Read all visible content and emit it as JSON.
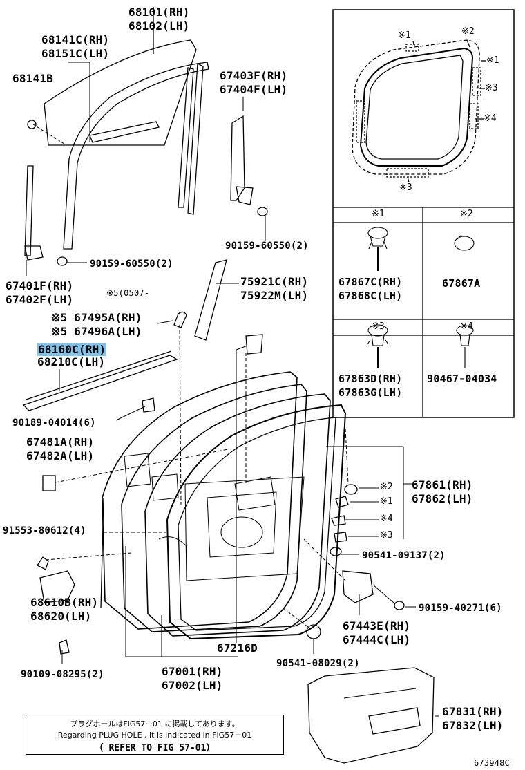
{
  "labels": {
    "p68101": "68101(RH)",
    "p68102": "68102(LH)",
    "p68141c": "68141C(RH)",
    "p68151c": "68151C(LH)",
    "p68141b": "68141B",
    "p67403f": "67403F(RH)",
    "p67404f": "67404F(LH)",
    "p90159_60550_a": "90159-60550(2)",
    "p90159_60550_b": "90159-60550(2)",
    "p67401f": "67401F(RH)",
    "p67402f": "67402F(LH)",
    "note5": "※5(0507-",
    "p75921c": "75921C(RH)",
    "p75922m": "75922M(LH)",
    "p67495a": "※5 67495A(RH)",
    "p67496a": "※5 67496A(LH)",
    "p68160c": "68160C(RH)",
    "p68210c": "68210C(LH)",
    "p90189": "90189-04014(6)",
    "p67481a": "67481A(RH)",
    "p67482a": "67482A(LH)",
    "p91553": "91553-80612(4)",
    "p68610b": "68610B(RH)",
    "p68620": "68620(LH)",
    "p90109": "90109-08295(2)",
    "p67216d": "67216D",
    "p67001": "67001(RH)",
    "p67002": "67002(LH)",
    "p90541_08029": "90541-08029(2)",
    "p67861": "67861(RH)",
    "p67862": "67862(LH)",
    "p90541_09137": "90541-09137(2)",
    "p90159_40271": "90159-40271(6)",
    "p67443e": "67443E(RH)",
    "p67444c": "67444C(LH)",
    "p67831": "67831(RH)",
    "p67832": "67832(LH)",
    "fig_code": "673948C"
  },
  "callouts": {
    "m2": "※2",
    "m1": "※1",
    "m4": "※4",
    "m3": "※3"
  },
  "inset": {
    "marks": {
      "top1": "※1",
      "top2": "※2",
      "right1": "※1",
      "right3": "※3",
      "right4": "※4",
      "bottom3": "※3"
    },
    "table": {
      "h1": "※1",
      "h2": "※2",
      "h3": "※3",
      "h4": "※4",
      "c1a": "67867C(RH)",
      "c1b": "67868C(LH)",
      "c2": "67867A",
      "c3a": "67863D(RH)",
      "c3b": "67863G(LH)",
      "c4": "90467-04034"
    }
  },
  "plug_note": {
    "jp": "プラグホールはFIG57···01 に掲載してあります。",
    "en": "Regarding  PLUG HOLE , it is indicated in  FIG57－01",
    "ref": "（ REFER TO FIG 57-01）"
  },
  "highlight_color": "#7ec3ea"
}
